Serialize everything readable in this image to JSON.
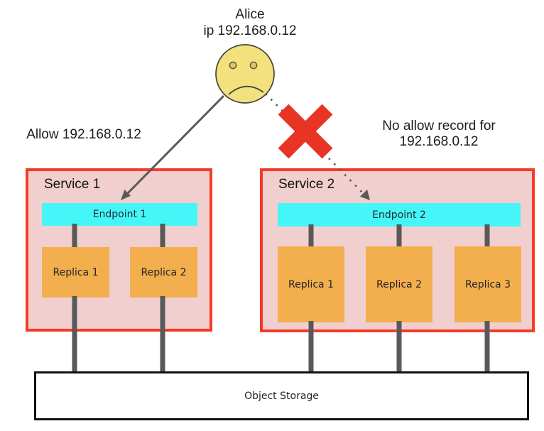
{
  "user": {
    "name": "Alice",
    "ip": "ip 192.168.0.12"
  },
  "annotations": {
    "allow": "Allow 192.168.0.12",
    "deny_line1": "No allow record for",
    "deny_line2": "192.168.0.12"
  },
  "services": [
    {
      "name": "Service 1",
      "endpoint": "Endpoint 1",
      "replicas": [
        "Replica 1",
        "Replica 2"
      ]
    },
    {
      "name": "Service 2",
      "endpoint": "Endpoint 2",
      "replicas": [
        "Replica 1",
        "Replica 2",
        "Replica 3"
      ]
    }
  ],
  "storage": {
    "label": "Object Storage"
  },
  "icons": {
    "user": "sad-face-icon",
    "deny": "red-cross-icon",
    "allowed_link": "solid-arrow",
    "denied_link": "dotted-arrow"
  },
  "colors": {
    "service_fill": "#f1cfce",
    "service_border": "#f43b25",
    "endpoint_fill": "#45f6f9",
    "replica_fill": "#f3ae4d",
    "face_fill": "#f2e17c",
    "connector_gray": "#595959",
    "cross_red": "#e73425",
    "storage_border": "#111111"
  }
}
